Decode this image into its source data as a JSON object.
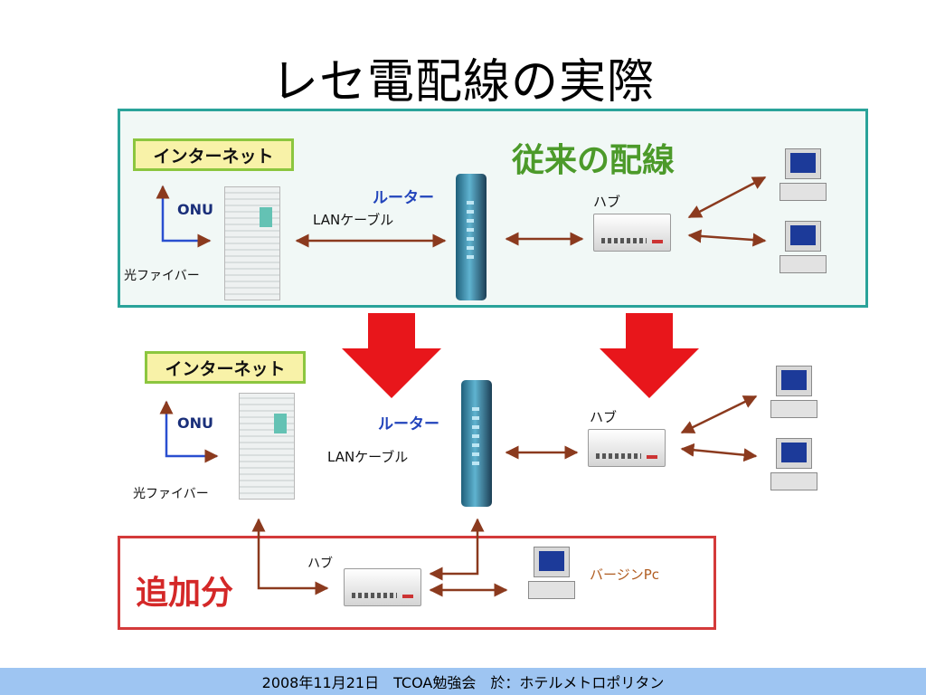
{
  "slide": {
    "title": "レセ電配線の実際",
    "footer": "2008年11月21日　TCOA勉強会　於：ホテルメトロポリタン"
  },
  "top_panel": {
    "heading": "従来の配線",
    "internet": "インターネット",
    "onu": "ONU",
    "fiber": "光ファイバー",
    "router": "ルーター",
    "lan_cable": "LANケーブル",
    "hub": "ハブ"
  },
  "middle_section": {
    "internet": "インターネット",
    "onu": "ONU",
    "fiber": "光ファイバー",
    "router": "ルーター",
    "lan_cable": "LANケーブル",
    "hub": "ハブ"
  },
  "added_panel": {
    "heading": "追加分",
    "hub": "ハブ",
    "virgin_pc": "バージンPc"
  },
  "colors": {
    "top_border": "#2aa39a",
    "added_border": "#d43a3a",
    "heading_green": "#4c9a2a",
    "heading_red": "#d42828",
    "label_blue": "#2244bb",
    "connector_brown": "#8b3a1e",
    "big_arrow": "#e8161b",
    "footer_bar": "#9ec5f2"
  }
}
